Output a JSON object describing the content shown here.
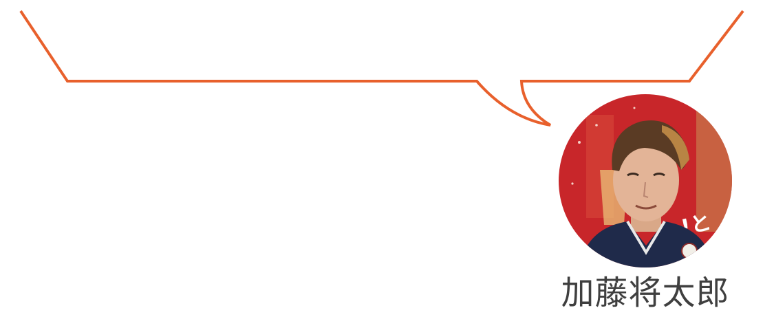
{
  "speech_bubble": {
    "stroke_color": "#e8602c",
    "text": ""
  },
  "person": {
    "name": "加藤将太郎",
    "photo": {
      "description_icon": "portrait-photo",
      "poster_text": "!と"
    }
  },
  "colors": {
    "name_text": "#3f3f3f",
    "background": "#ffffff",
    "photo_bg_red": "#c8262a",
    "jacket_navy": "#1f2a4a"
  }
}
